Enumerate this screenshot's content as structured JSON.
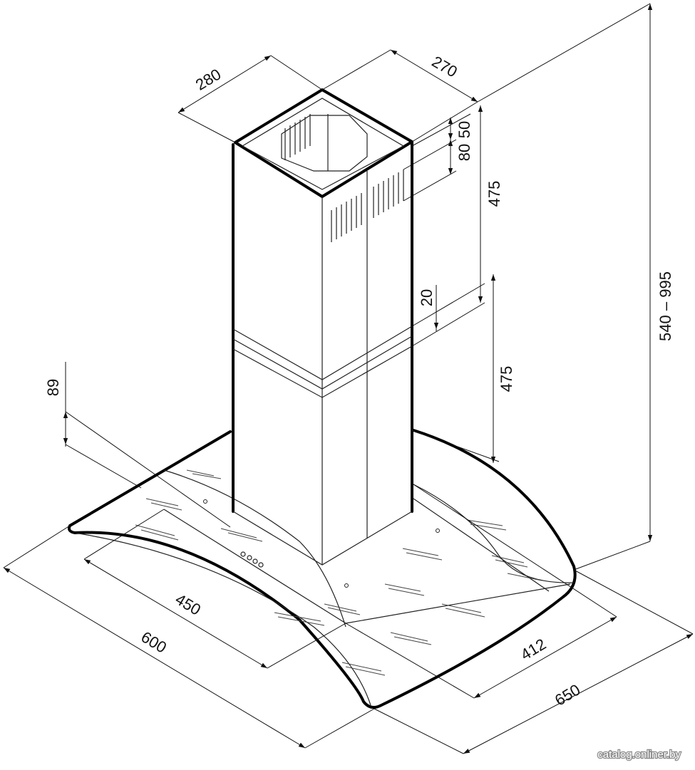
{
  "dimensions": {
    "chimney_depth": "280",
    "chimney_width": "270",
    "vent_top_offset": "50",
    "vent_height": "80",
    "upper_chimney_height": "475",
    "overlap": "20",
    "lower_chimney_height": "475",
    "canopy_height": "89",
    "glass_depth": "450",
    "hood_width": "600",
    "glass_width": "412",
    "hood_depth": "650",
    "total_height": "540 – 995"
  },
  "watermark": "catalog.onliner.by"
}
